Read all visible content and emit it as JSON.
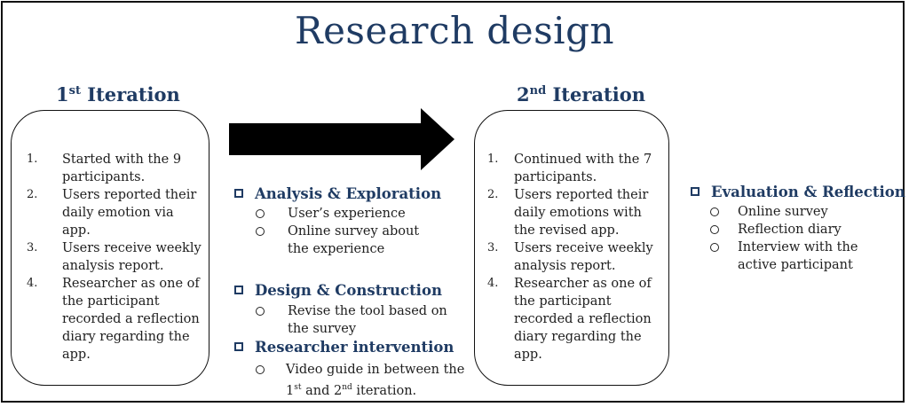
{
  "title": "Research design",
  "iteration1": {
    "heading_main": "1",
    "heading_sup": "st",
    "heading_rest": " Iteration",
    "items": [
      {
        "num": "1.",
        "text": "Started with the 9 participants."
      },
      {
        "num": "2.",
        "text": "Users reported their daily emotion via app."
      },
      {
        "num": "3.",
        "text": "Users receive weekly analysis report."
      },
      {
        "num": "4.",
        "text": "Researcher as one of the participant recorded a reflection diary regarding the app."
      }
    ]
  },
  "middle": {
    "analysis": {
      "heading": "Analysis & Exploration",
      "items": [
        "User’s experience",
        "Online survey about the experience"
      ]
    },
    "design": {
      "heading": "Design & Construction",
      "items": [
        "Revise the tool based on the survey"
      ]
    },
    "intervention": {
      "heading": "Researcher intervention",
      "item_part1": "Video guide in between the 1",
      "item_sup1": "st",
      "item_part2": " and 2",
      "item_sup2": "nd",
      "item_part3": " iteration."
    }
  },
  "iteration2": {
    "heading_main": "2",
    "heading_sup": "nd",
    "heading_rest": " Iteration",
    "items": [
      {
        "num": "1.",
        "text": "Continued with the 7 participants."
      },
      {
        "num": "2.",
        "text": "Users reported their daily emotions with the revised app."
      },
      {
        "num": "3.",
        "text": "Users receive weekly analysis report."
      },
      {
        "num": "4.",
        "text": "Researcher as one of the participant recorded a reflection diary regarding the app."
      }
    ]
  },
  "evaluation": {
    "heading": "Evaluation & Reflection",
    "items": [
      "Online survey",
      "Reflection diary",
      "Interview with the active participant"
    ]
  },
  "colors": {
    "heading": "#1f3b63",
    "arrow": "#000000",
    "text": "#1e1e1e"
  }
}
